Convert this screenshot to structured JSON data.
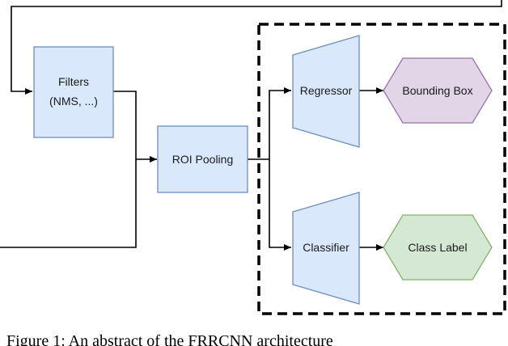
{
  "nodes": {
    "filters": {
      "line1": "Filters",
      "line2": "(NMS, ...)"
    },
    "roi_pooling": "ROI Pooling",
    "regressor": "Regressor",
    "classifier": "Classifier",
    "bounding_box": "Bounding Box",
    "class_label": "Class Label"
  },
  "caption": "Figure 1: An abstract of the FRRCNN architecture",
  "colors": {
    "box_fill": "#dae8fc",
    "box_stroke": "#6c8ebf",
    "bbox_fill": "#e1d5e7",
    "bbox_stroke": "#9673a6",
    "label_fill": "#d5e8d4",
    "label_stroke": "#82b366",
    "line": "#000000"
  }
}
